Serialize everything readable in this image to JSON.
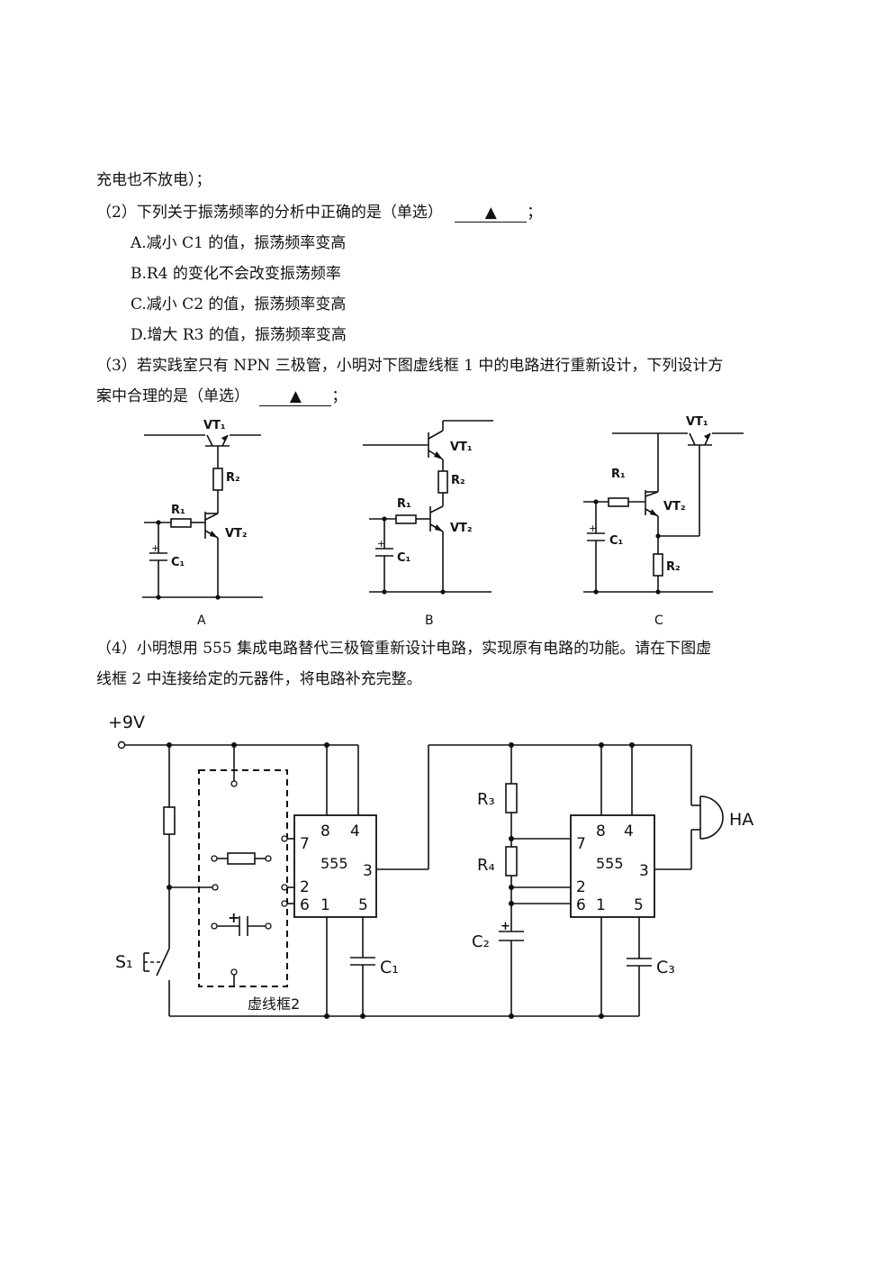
{
  "text": {
    "line1": "充电也不放电）；",
    "q2_prefix": "（2）下列关于振荡频率的分析中正确的是（单选）",
    "q2_blank": "▲",
    "q2_suffix": "；",
    "opt_a": "A.减小 C1 的值，振荡频率变高",
    "opt_b": "B.R4 的变化不会改变振荡频率",
    "opt_c": "C.减小 C2 的值，振荡频率变高",
    "opt_d": "D.增大 R3 的值，振荡频率变高",
    "q3_line1": "（3）若实践室只有 NPN 三极管，小明对下图虚线框 1 中的电路进行重新设计，下列设计方",
    "q3_line2_prefix": "案中合理的是（单选）",
    "q3_blank": "▲",
    "q3_suffix": "；",
    "q4_line1": "（4）小明想用 555 集成电路替代三极管重新设计电路，实现原有电路的功能。请在下图虚",
    "q4_line2": "线框 2 中连接给定的元器件，将电路补充完整。"
  },
  "option_circuits": {
    "a": {
      "caption": "A",
      "vt1": "VT₁",
      "vt2": "VT₂",
      "r1": "R₁",
      "r2": "R₂",
      "c1": "C₁"
    },
    "b": {
      "caption": "B",
      "vt1": "VT₁",
      "vt2": "VT₂",
      "r1": "R₁",
      "r2": "R₂",
      "c1": "C₁"
    },
    "c": {
      "caption": "C",
      "vt1": "VT₁",
      "vt2": "VT₂",
      "r1": "R₁",
      "r2": "R₂",
      "c1": "C₁"
    }
  },
  "main_circuit": {
    "supply": "+9V",
    "switch": "S₁",
    "box_label": "虚线框2",
    "ic1": {
      "name": "555",
      "p8": "8",
      "p4": "4",
      "p7": "7",
      "p3": "3",
      "p2": "2",
      "p6": "6",
      "p1": "1",
      "p5": "5"
    },
    "ic2": {
      "name": "555",
      "p8": "8",
      "p4": "4",
      "p7": "7",
      "p3": "3",
      "p2": "2",
      "p6": "6",
      "p1": "1",
      "p5": "5"
    },
    "c1": "C₁",
    "r3": "R₃",
    "r4": "R₄",
    "c2": "C₂",
    "c3": "C₃",
    "buzzer": "HA"
  }
}
